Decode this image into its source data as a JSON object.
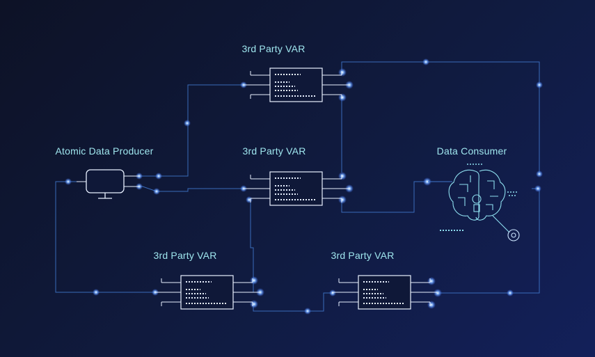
{
  "nodes": {
    "producer": {
      "label": "Atomic Data Producer"
    },
    "var_top": {
      "label": "3rd Party VAR"
    },
    "var_middle": {
      "label": "3rd Party VAR"
    },
    "var_bottom_left": {
      "label": "3rd Party VAR"
    },
    "var_bottom_right": {
      "label": "3rd Party VAR"
    },
    "consumer": {
      "label": "Data Consumer"
    }
  },
  "icons": {
    "producer": "monitor-icon",
    "var": "server-chip-icon",
    "consumer": "circuit-brain-icon"
  },
  "colors": {
    "background_start": "#0d1226",
    "background_end": "#13205a",
    "wire": "#3f74c8",
    "glow": "#6fa9ff",
    "label": "#9fe6ee",
    "device_stroke": "#e8f0ff"
  }
}
